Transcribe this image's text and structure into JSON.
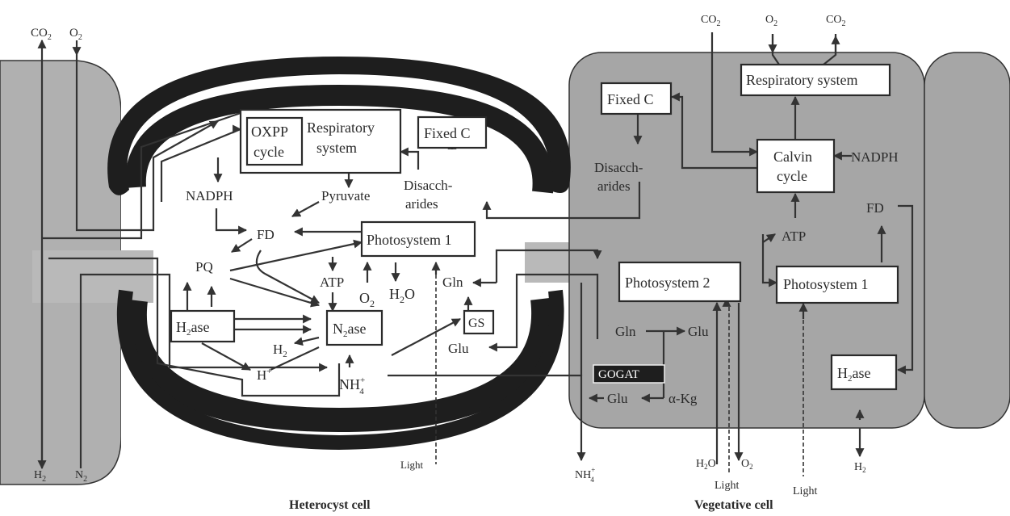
{
  "colors": {
    "background": "#ffffff",
    "cell_fill": "#b3b3b3",
    "cell_fill_dark": "#a0a0a0",
    "envelope": "#1e1e1e",
    "ink": "#2a2a2a",
    "gogat_fill": "#1e1e1e"
  },
  "captions": {
    "heterocyst": "Heterocyst cell",
    "vegetative": "Vegetative cell"
  },
  "heterocyst": {
    "co2": "CO",
    "co2_sub": "2",
    "o2": "O",
    "o2_sub": "2",
    "h2": "H",
    "h2_sub": "2",
    "n2": "N",
    "n2_sub": "2",
    "oxpp_line1": "OXPP",
    "oxpp_line2": "cycle",
    "resp_line1": "Respiratory",
    "resp_line2": "system",
    "fixed_c": "Fixed C",
    "disacch_line1": "Disacch-",
    "disacch_line2": "arides",
    "nadph": "NADPH",
    "pyruvate": "Pyruvate",
    "fd": "FD",
    "photosystem1": "Photosystem 1",
    "pq": "PQ",
    "atp": "ATP",
    "o2_label": "O",
    "o2_label_sub": "2",
    "h2o_label": "H",
    "h2o_label_sub": "2",
    "h2o_label_end": "O",
    "gln": "Gln",
    "gs": "GS",
    "glu": "Glu",
    "h2ase_h": "H",
    "h2ase_sub": "2",
    "h2ase_end": "ase",
    "n2ase_n": "N",
    "n2ase_sub": "2",
    "n2ase_end": "ase",
    "h2_product": "H",
    "h2_product_sub": "2",
    "h_plus": "H",
    "h_plus_sup": "+",
    "nh4": "NH",
    "nh4_sup": "+",
    "nh4_sub": "4",
    "light": "Light"
  },
  "vegetative": {
    "co2_in": "CO",
    "co2_in_sub": "2",
    "o2_in": "O",
    "o2_in_sub": "2",
    "co2_out": "CO",
    "co2_out_sub": "2",
    "resp_system": "Respiratory system",
    "fixed_c": "Fixed C",
    "disacch_line1": "Disacch-",
    "disacch_line2": "arides",
    "calvin_line1": "Calvin",
    "calvin_line2": "cycle",
    "nadph": "NADPH",
    "fd": "FD",
    "atp": "ATP",
    "photosystem2": "Photosystem 2",
    "photosystem1": "Photosystem 1",
    "gln": "Gln",
    "glu_right": "Glu",
    "gogat": "GOGAT",
    "glu_left": "Glu",
    "akg": "α-Kg",
    "h2ase_h": "H",
    "h2ase_sub": "2",
    "h2ase_end": "ase",
    "nh4": "NH",
    "nh4_sup": "+",
    "nh4_sub": "4",
    "h2o": "H",
    "h2o_sub": "2",
    "h2o_end": "O",
    "o2_out": "O",
    "o2_out_sub": "2",
    "light_ps2": "Light",
    "light_ps1": "Light",
    "h2_out": "H",
    "h2_out_sub": "2"
  }
}
